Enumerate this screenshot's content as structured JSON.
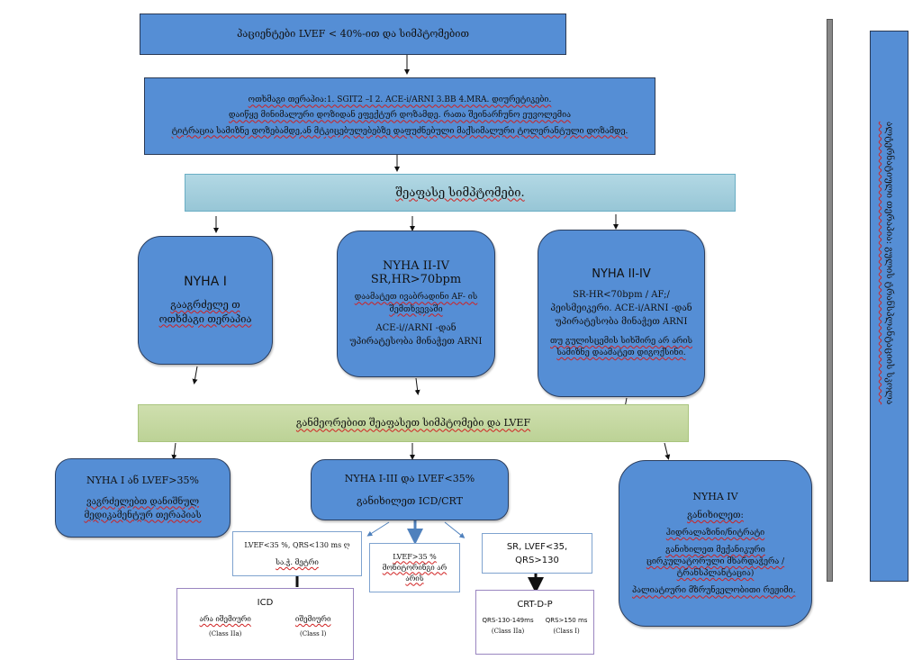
{
  "diagram": {
    "top_box": "პაციენტები LVEF < 40%-ით და სიმპტომებით",
    "therapy_box": {
      "line1": "ოთხმაგი თერაპია:1.  SGIT2 –I 2. ACE-i/ARNI 3.BB  4.MRA. დიურეტიკები.",
      "line2": "დაიწყე მინიმალური დოზიდან ეფექტურ დოზამდე. რათა შეინარჩუნო ეუვოლემია",
      "line3": "ტიტრაცია სამიზნე დოზებამდე,ან მტკიცებულებებზე დაფუძნებული მაქსიმალური ტოლერანტული დოზამდე."
    },
    "assess_box": "შეაფასე სიმპტომები.",
    "nyha1_box": {
      "title": "NYHA I",
      "text": "გააგრძელე თ ოთხმაგი თერაპია"
    },
    "nyha2_sr_box": {
      "title": "NYHA II-IV",
      "subtitle": "SR,HR>70bpm",
      "text1": "დაამატეთ ივაბრადინი AF- ის შემთხვევაში",
      "text2": "ACE-i//ARNI -დან უპირატესობა მინაჭეთ ARNI"
    },
    "nyha2_af_box": {
      "title": "NYHA II-IV",
      "text1": "SR-HR<70bpm / AF;/ პეისმეიკერი.  ACE-i/ARNI -დან უპირატესობა მინაჭეთ ARNI",
      "text2": "თუ გულისცემის სიხშირე არ არის სამიზნე დაამატეთ დიგოქსინი."
    },
    "reassess_box": "განმეორებით შეაფასეთ სიმპტომები და LVEF",
    "nyha1_lvef_box": {
      "title": "NYHA I ან LVEF>35%",
      "text": "ვაგრძელებთ  დანიშნულ მედიკამენტურ თერაპიას"
    },
    "icd_crt_box": {
      "title": "NYHA I-III და LVEF<35%",
      "text": "განიხილეთ ICD/CRT"
    },
    "nyha4_box": {
      "title": "NYHA IV",
      "subtitle": "განიხილეთ:",
      "item1": "ჰიდრალაზინი/ნიტრატი",
      "item2": "განიხილეთ მექანიკური ცირკულატორული მხარდაჭერა / ტრანსპლანტაცია)",
      "item3": "პალიატიური მზრუნველობითი რეჟიმი."
    },
    "lvef_qrs130_box": {
      "line1": "LVEF<35 %, QRS<130 ms ღ",
      "line2": "სა.ჭ. მეტრი"
    },
    "lvef35_box": "LVEF>35 % მონიტორინგი არ არის",
    "sr_lvef_box": "SR, LVEF<35, QRS>130",
    "icd_box": {
      "title": "ICD",
      "col1_label": "არა იშემიური",
      "col1_class": "(Class IIa)",
      "col2_label": "იშემიური",
      "col2_class": "(Class I)"
    },
    "crt_box": {
      "title": "CRT-D-P",
      "col1_label": "QRS-130-149ms",
      "col1_class": "(Class IIa)",
      "col2_label": "QRS>150 ms",
      "col2_class": "(Class I)"
    },
    "side_panel": "ალტერნატიული თერაპია: გულის ტრანსპლანტაციის სკოლა"
  },
  "colors": {
    "blue_fill": "#558ed5",
    "teal_fill": "#a5cfdc",
    "green_fill": "#c3d69b"
  }
}
